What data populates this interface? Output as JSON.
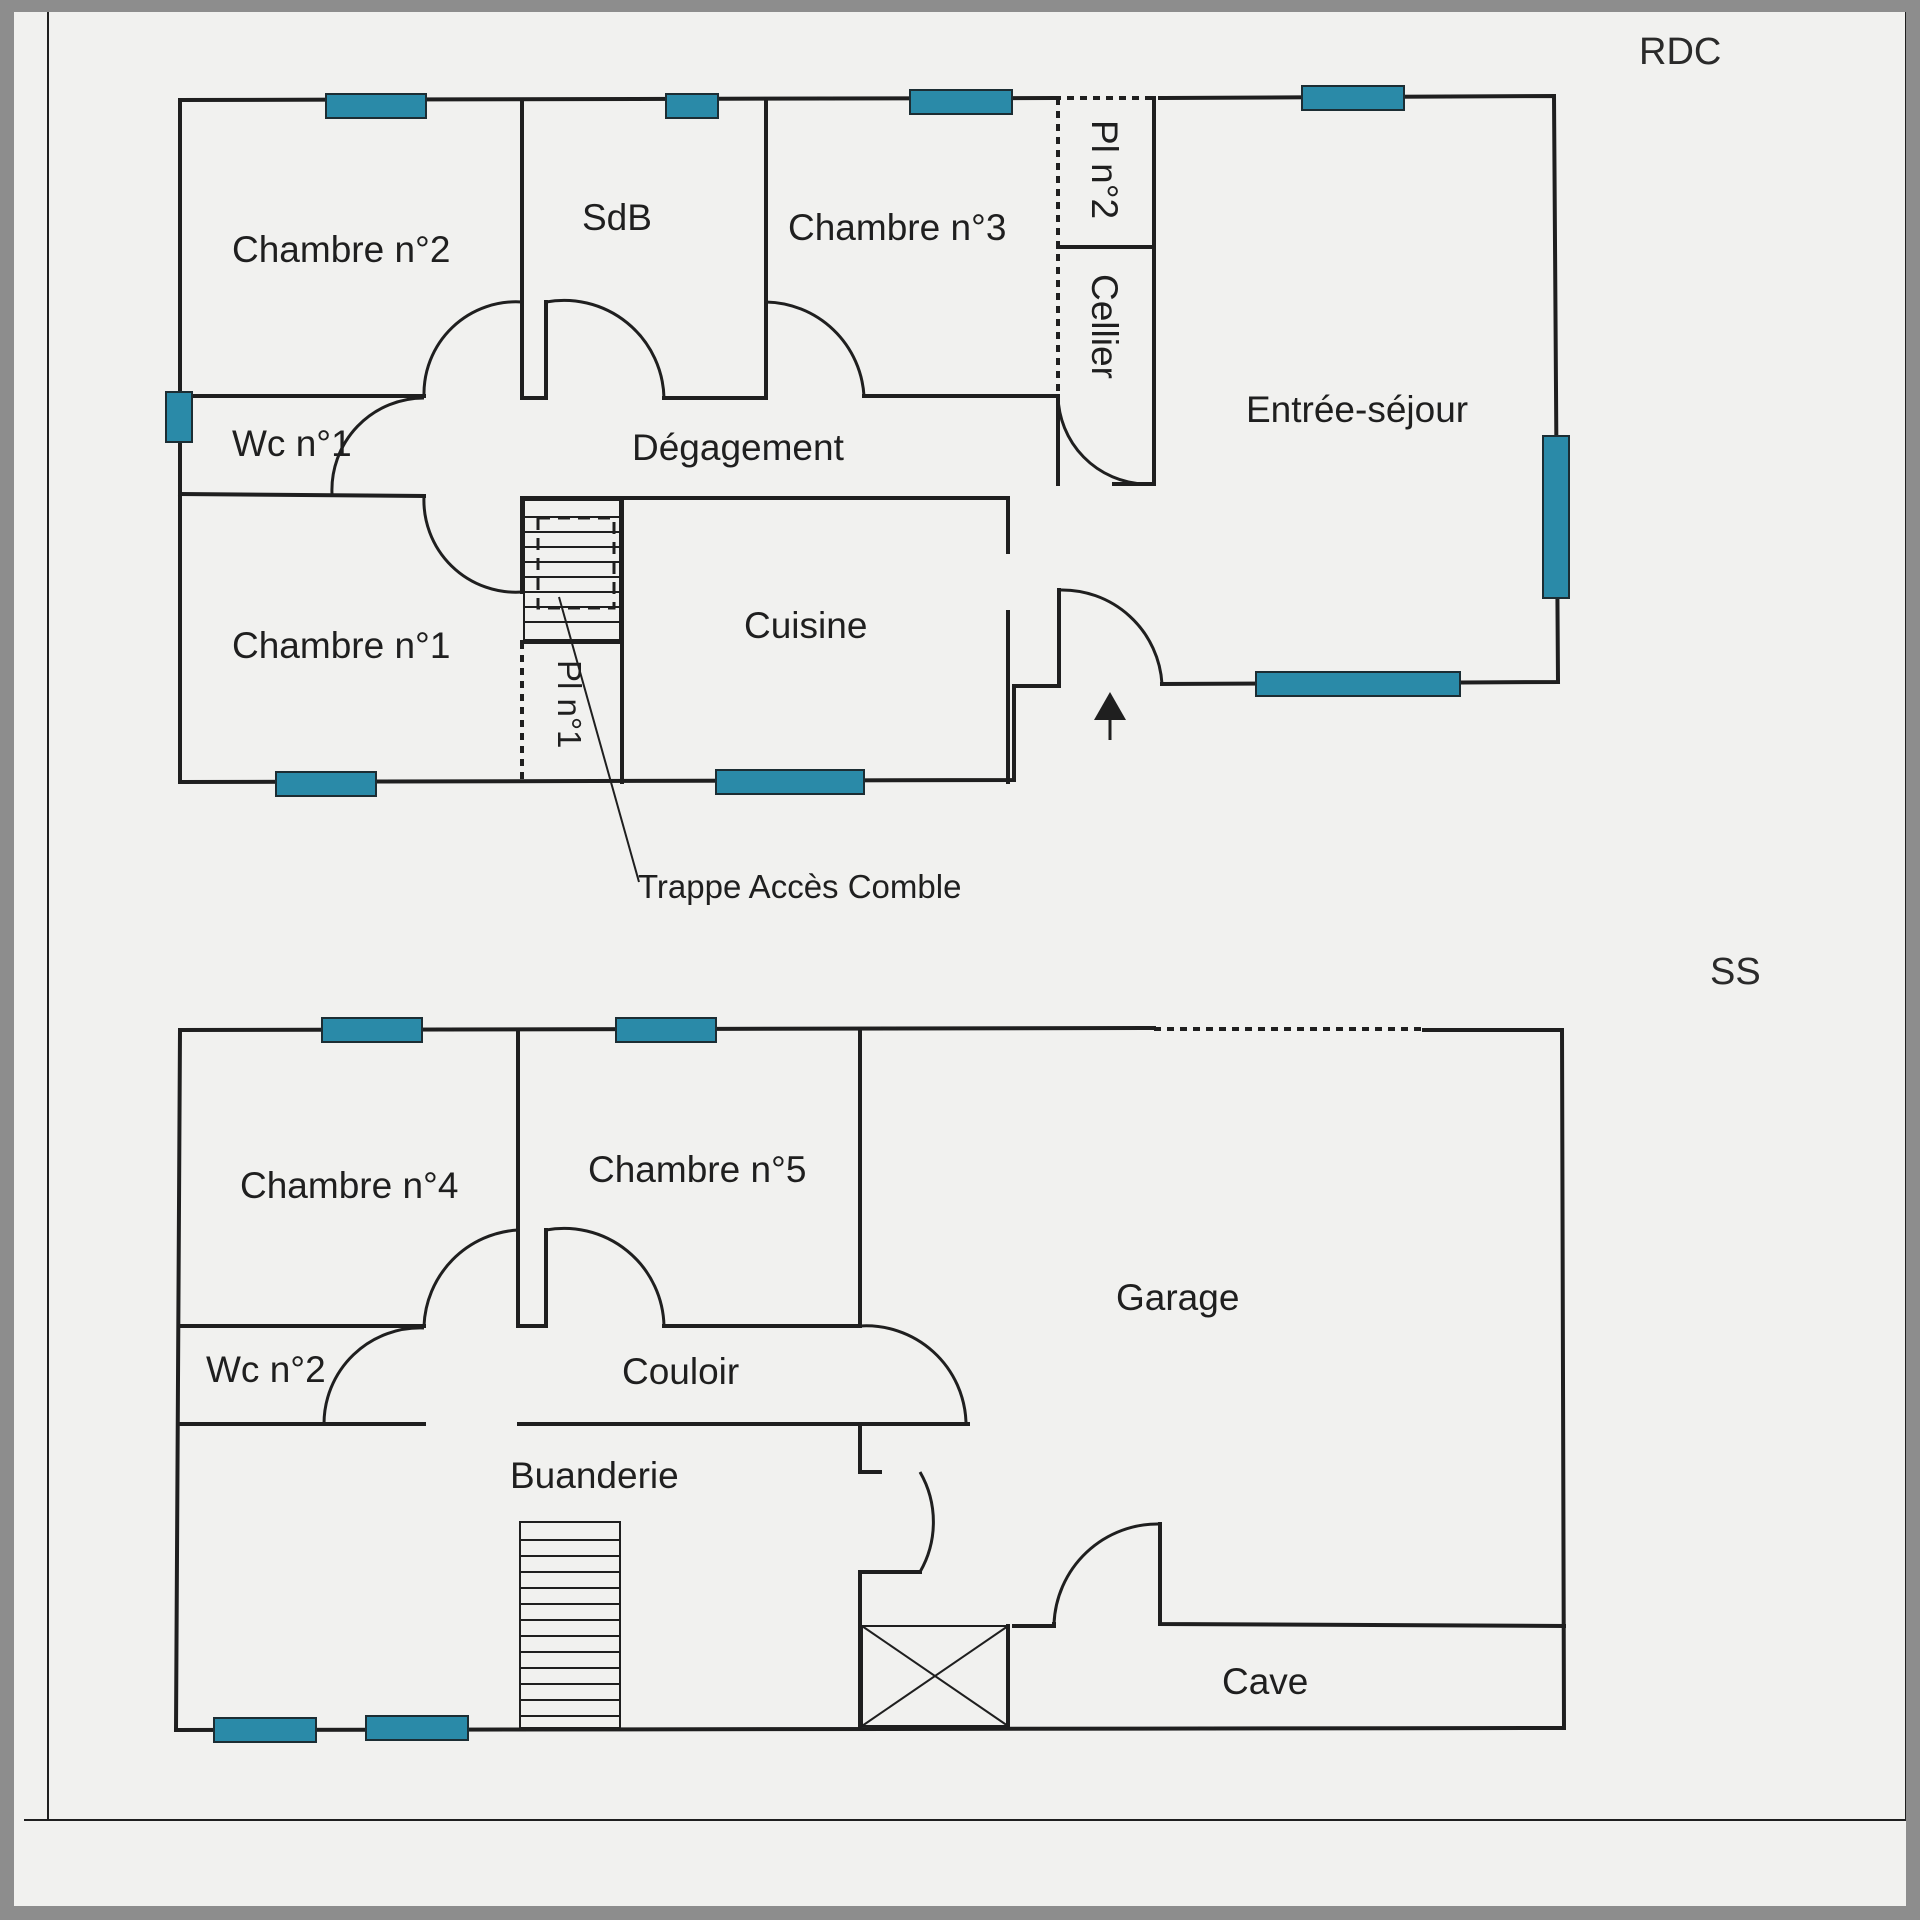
{
  "levels": {
    "rdc": {
      "tag": "RDC",
      "rooms": {
        "chambre2": "Chambre n°2",
        "sdb": "SdB",
        "chambre3": "Chambre n°3",
        "placard2": "Pl n°2",
        "cellier": "Cellier",
        "entree_sejour": "Entrée-séjour",
        "wc1": "Wc n°1",
        "degagement": "Dégagement",
        "chambre1": "Chambre n°1",
        "cuisine": "Cuisine",
        "placard1": "Pl n°1"
      },
      "annotation": "Trappe Accès Comble"
    },
    "ss": {
      "tag": "SS",
      "rooms": {
        "chambre4": "Chambre n°4",
        "chambre5": "Chambre n°5",
        "garage": "Garage",
        "wc2": "Wc n°2",
        "couloir": "Couloir",
        "buanderie": "Buanderie",
        "cave": "Cave"
      }
    }
  },
  "colors": {
    "window": "#2a8aa8",
    "wall": "#1f1f1f",
    "paper": "#f1f1ef",
    "frame": "#8d8d8d"
  }
}
